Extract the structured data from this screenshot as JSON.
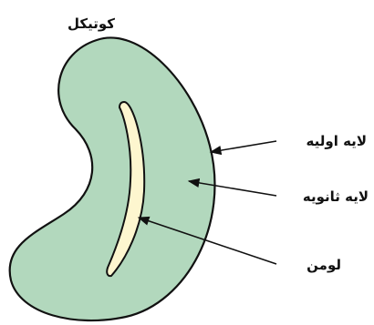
{
  "diagram": {
    "labels": {
      "cuticle": "کوتیکل",
      "primary_layer": "لایه اولیه",
      "secondary_layer": "لایه ثانویه",
      "lumen": "لومن"
    },
    "colors": {
      "cell_fill": "#b2d8bd",
      "lumen_fill": "#fdf6cf",
      "outline": "#111111",
      "arrow": "#111111",
      "text": "#111111",
      "background": "#ffffff"
    }
  }
}
